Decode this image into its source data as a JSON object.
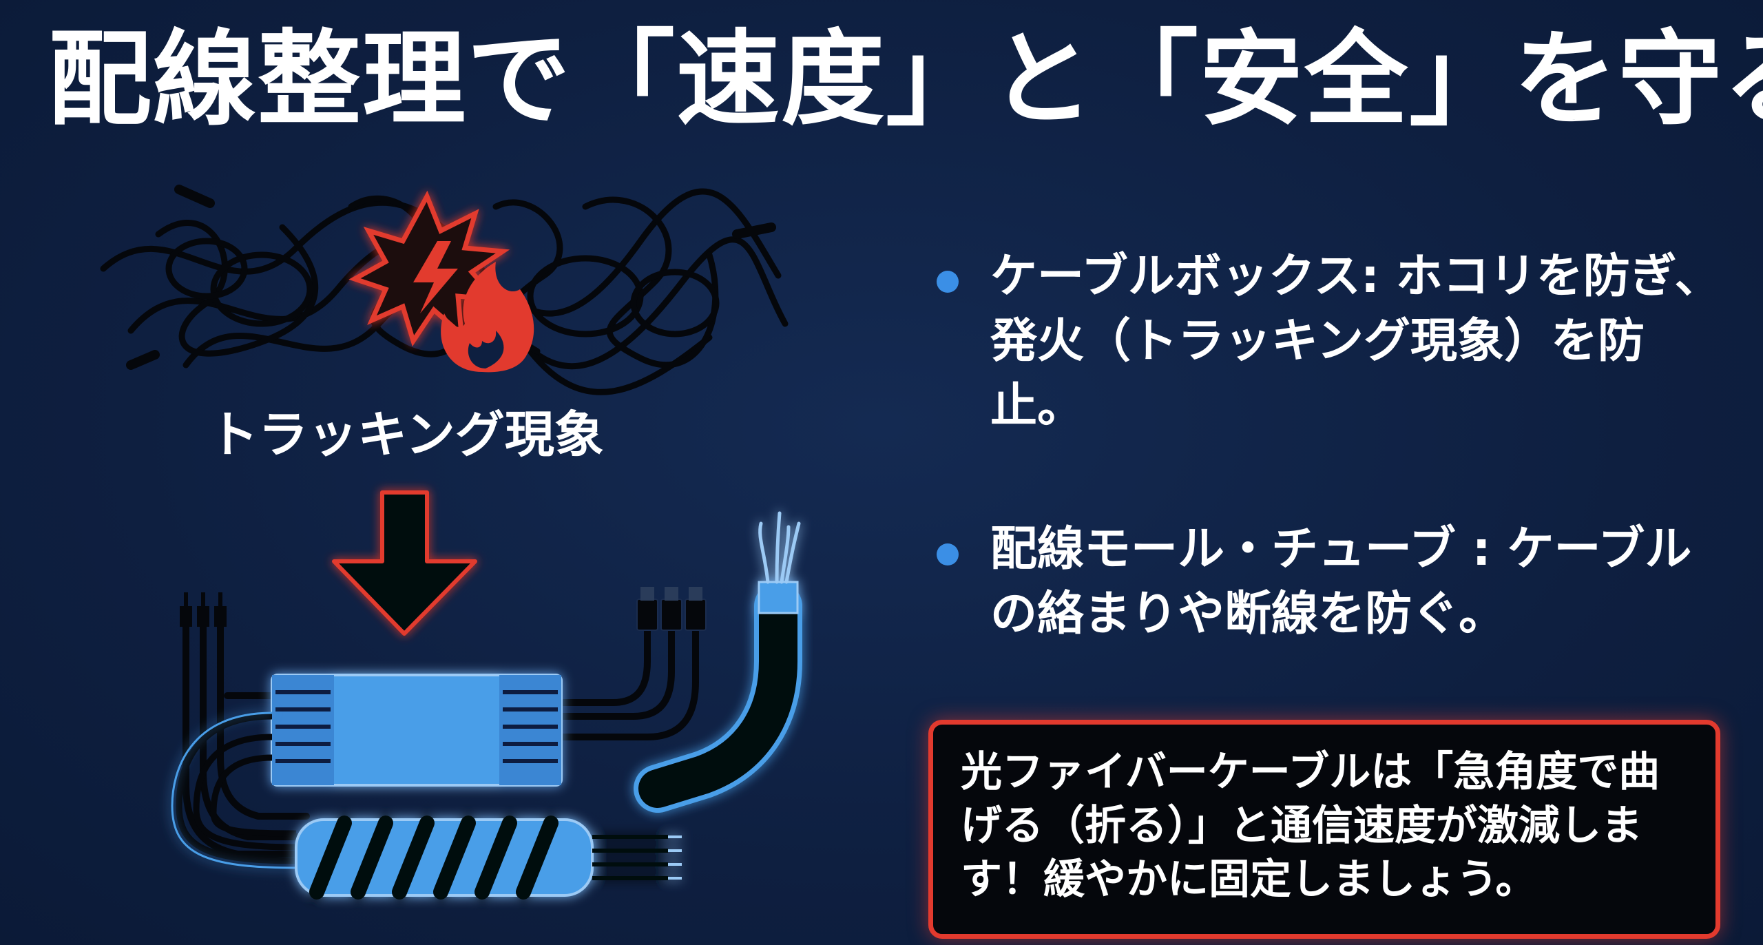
{
  "title": "配線整理で「速度」と「安全」を守る",
  "illustration": {
    "tracking_label": "トラッキング現象",
    "icons": [
      "tangled-cables-icon",
      "spark-icon",
      "fire-icon",
      "down-arrow-icon",
      "cable-box-icon",
      "spiral-tube-icon",
      "fiber-cable-icon"
    ]
  },
  "bullets": [
    {
      "text": "ケーブルボックス: ホコリを防ぎ、発火（トラッキング現象）を防止。"
    },
    {
      "text": "配線モール・チューブ : ケーブルの絡まりや断線を防ぐ。"
    }
  ],
  "warning": {
    "text": "光ファイバーケーブルは「急角度で曲げる（折る）」と通信速度が激減します！緩やかに固定しましょう。"
  },
  "colors": {
    "background": "#0f2143",
    "accent_blue": "#3b8fe6",
    "alert_red": "#e23a2e",
    "cable_box_blue": "#4a9ee8"
  }
}
